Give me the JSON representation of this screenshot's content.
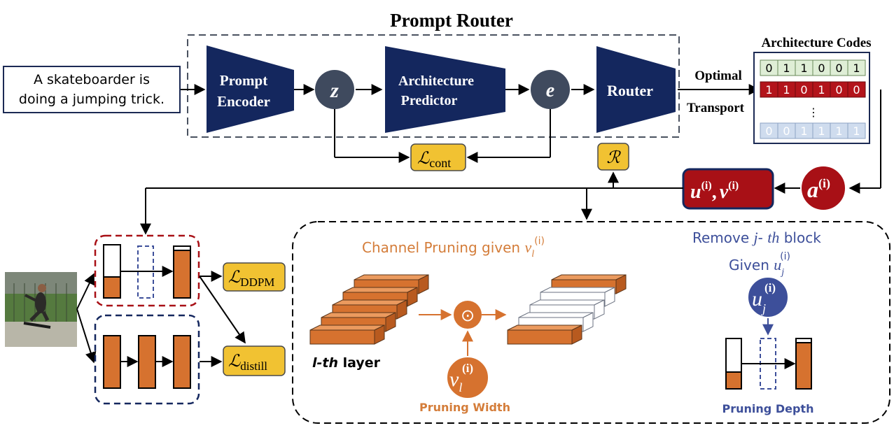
{
  "title": "Prompt Router",
  "prompt": {
    "line1": "A skateboarder is",
    "line2": "doing a jumping trick."
  },
  "encoder": {
    "line1": "Prompt",
    "line2": "Encoder"
  },
  "predictor": {
    "line1": "Architecture",
    "line2": "Predictor"
  },
  "router": {
    "label": "Router"
  },
  "z_node": "z",
  "e_node": "e",
  "loss_cont": {
    "main": "ℒ",
    "sub": "cont"
  },
  "loss_r": "ℛ",
  "optimal_transport": {
    "line1": "Optimal",
    "line2": "Transport"
  },
  "arch_codes": {
    "title": "Architecture Codes",
    "rows": [
      [
        "0",
        "1",
        "1",
        "0",
        "0",
        "1"
      ],
      [
        "1",
        "1",
        "0",
        "1",
        "0",
        "0"
      ],
      [
        "0",
        "0",
        "1",
        "1",
        "1",
        "1"
      ]
    ],
    "ellipsis": "⋮",
    "colors": {
      "row1": "#dfeed6",
      "row2": "#b3141b",
      "row3": "#cfdcee"
    }
  },
  "uv_box": {
    "u": "u",
    "v": "v",
    "sup": "(i)"
  },
  "a_node": {
    "a": "a",
    "sup": "(i)"
  },
  "loss_ddpm": {
    "main": "ℒ",
    "sub": "DDPM"
  },
  "loss_distill": {
    "main": "ℒ",
    "sub": "distill"
  },
  "channel": {
    "title": "Channel Pruning given ",
    "var": "v",
    "sub": "l",
    "sup": "(i)",
    "layer_label_a": "l-th",
    "layer_label_b": " layer",
    "odot": "⊙",
    "width_caption": "Pruning Width"
  },
  "depth": {
    "remove_a": "Remove ",
    "remove_j": "j",
    "remove_b": "- ",
    "remove_th": "th",
    "remove_c": " block",
    "given_a": "Given ",
    "given_var": "u",
    "given_sub": "j",
    "given_sup": "(i)",
    "caption": "Pruning Depth"
  },
  "colors": {
    "navy": "#14275e",
    "node": "#3f4a5e",
    "dark_red": "#a81016",
    "gold": "#f1c232",
    "orange": "#d6722f",
    "blue_text": "#3d4f9a",
    "orange_text": "#d47d3a"
  }
}
